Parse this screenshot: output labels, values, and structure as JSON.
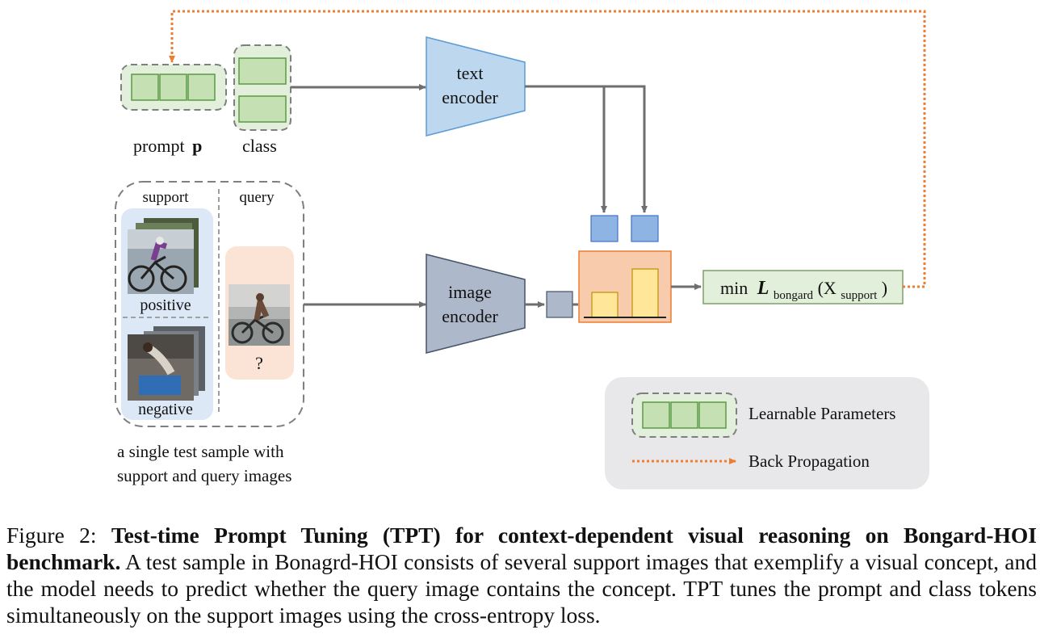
{
  "diagram": {
    "prompt_label": "prompt",
    "prompt_symbol": "p",
    "class_label": "class",
    "text_encoder_line1": "text",
    "text_encoder_line2": "encoder",
    "image_encoder_line1": "image",
    "image_encoder_line2": "encoder",
    "support_label": "support",
    "query_label": "query",
    "positive_label": "positive",
    "negative_label": "negative",
    "query_mark": "?",
    "sample_caption_line1": "a single test sample with",
    "sample_caption_line2": "support and query images",
    "loss_min": "min",
    "loss_symbol": "L",
    "loss_subscript": "bongard",
    "loss_arg_open": "(X",
    "loss_arg_subscript": "support",
    "loss_arg_close": ")",
    "legend": {
      "learnable_label": "Learnable Parameters",
      "backprop_label": "Back Propagation"
    },
    "colors": {
      "token_fill": "#c5e0b3",
      "token_stroke": "#5a9a45",
      "text_encoder": "#bdd7ee",
      "image_encoder": "#adb9ca",
      "feature_blue": "#8db4e2",
      "score_box": "#f8cbad",
      "bar_fill": "#ffe699",
      "loss_box": "#e2efda",
      "backprop": "#ed7d31",
      "legend_bg": "#e8e8ea"
    }
  },
  "caption": {
    "figure_label": "Figure 2:",
    "title": "Test-time Prompt Tuning (TPT) for context-dependent visual reasoning on Bongard-HOI benchmark.",
    "body": "A test sample in Bonagrd-HOI consists of several support images that exemplify a visual concept, and the model needs to predict whether the query image contains the concept. TPT tunes the prompt and class tokens simultaneously on the support images using the cross-entropy loss."
  }
}
